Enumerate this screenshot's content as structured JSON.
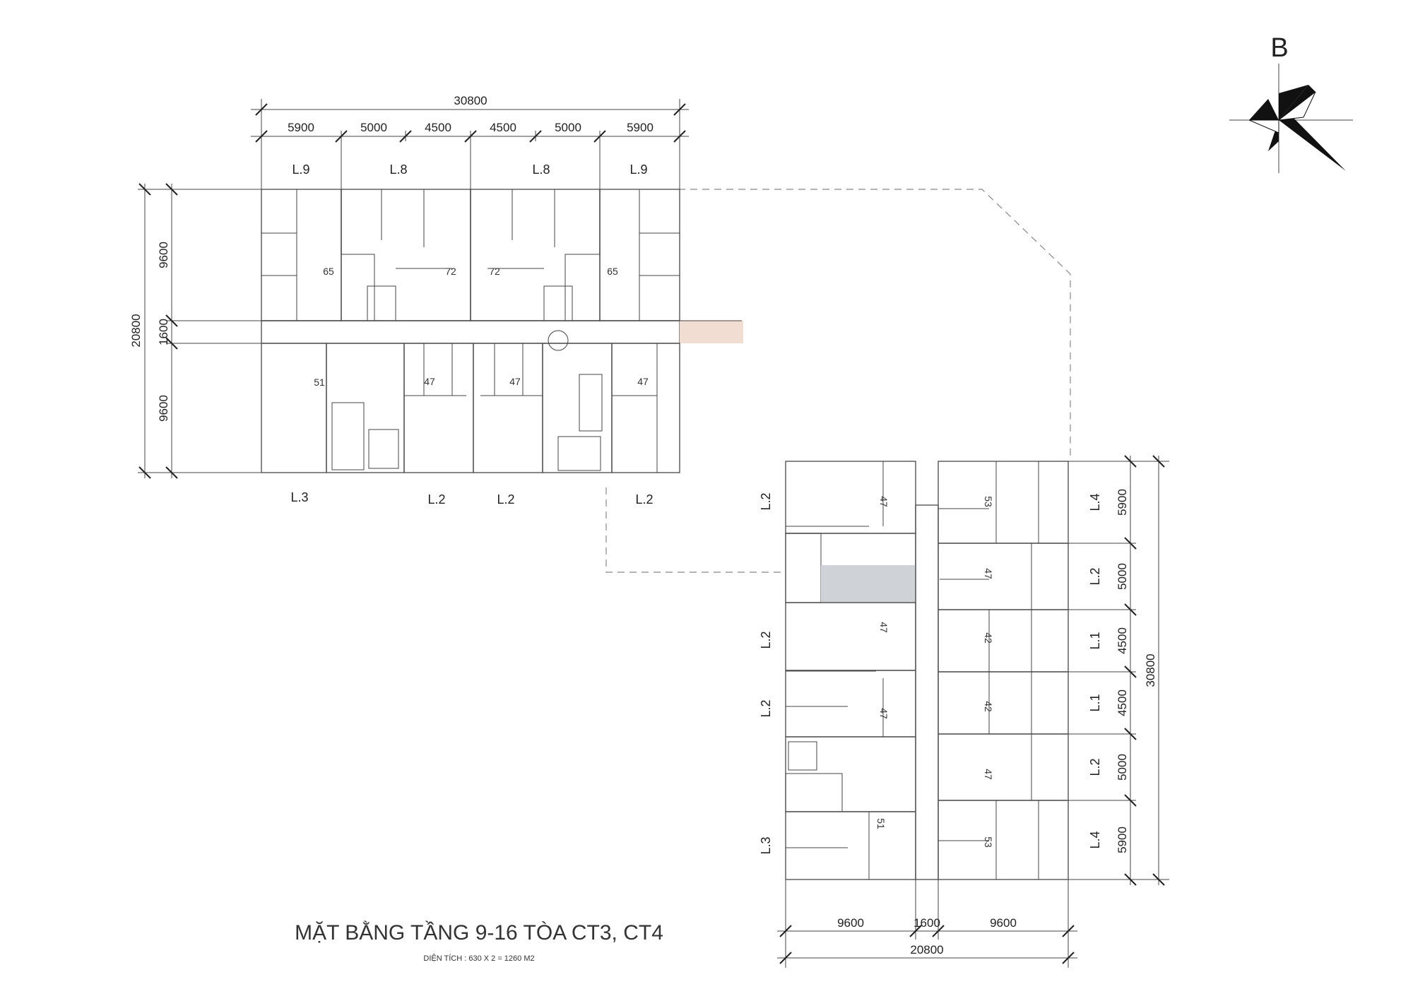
{
  "title": "MẶT BẰNG TẦNG 9-16 TÒA CT3, CT4",
  "subtitle": "DIỆN TÍCH : 630 X 2 = 1260 M2",
  "compass": {
    "letter": "B"
  },
  "colors": {
    "L1": "#8ef07e",
    "L2": "#f0a85a",
    "L3": "#c8b8ec",
    "L4": "#6b8cf0",
    "L8": "#5ea4f2",
    "L9": "#f4ddd0",
    "corridor": "#f2ddd2",
    "core": "#cfd2d6"
  },
  "dims": {
    "top_total": "30800",
    "top_parts": [
      "5900",
      "5000",
      "4500",
      "4500",
      "5000",
      "5900"
    ],
    "left_total": "20800",
    "left_parts": [
      "9600",
      "1600",
      "9600"
    ],
    "bottom_total": "20800",
    "bottom_parts": [
      "9600",
      "1600",
      "9600"
    ],
    "right_total": "30800",
    "right_parts": [
      "5900",
      "5000",
      "4500",
      "4500",
      "5000",
      "5900"
    ]
  },
  "ct_top": {
    "labels_top": [
      "L.9",
      "L.8",
      "L.8",
      "L.9"
    ],
    "labels_bottom": [
      "L.3",
      "L.2",
      "L.2",
      "L.2"
    ],
    "areas": [
      "65",
      "72",
      "72",
      "65",
      "51",
      "47",
      "47",
      "47"
    ]
  },
  "ct_bottom": {
    "labels_left": [
      "L.2",
      "L.2",
      "L.2",
      "L.3"
    ],
    "labels_right": [
      "L.4",
      "L.2",
      "L.1",
      "L.1",
      "L.2",
      "L.4"
    ],
    "areas": [
      "47",
      "47",
      "47",
      "51",
      "53",
      "47",
      "42",
      "42",
      "47",
      "53"
    ]
  }
}
